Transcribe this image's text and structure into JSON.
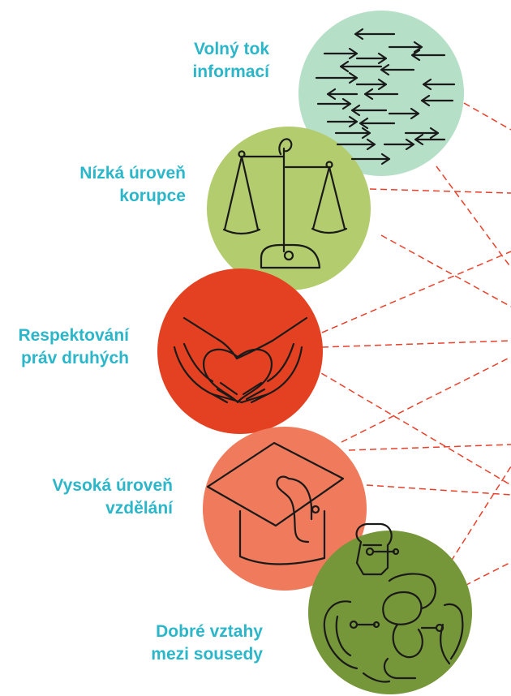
{
  "colors": {
    "label_text": "#2bb6c9",
    "connector_line": "#e8402a",
    "circle_information": "#b6dfc7",
    "circle_corruption": "#b2cc6e",
    "circle_rights": "#e44122",
    "circle_education": "#ef7a5c",
    "circle_neighbours": "#76963a"
  },
  "nodes": [
    {
      "id": "information",
      "line1": "Volný tok",
      "line2": "informací",
      "icon": "arrows-icon"
    },
    {
      "id": "corruption",
      "line1": "Nízká úroveň",
      "line2": "korupce",
      "icon": "scales-icon"
    },
    {
      "id": "rights",
      "line1": "Respektování",
      "line2": "práv druhých",
      "icon": "heart-hands-icon"
    },
    {
      "id": "education",
      "line1": "Vysoká úroveň",
      "line2": "vzdělání",
      "icon": "graduation-cap-icon"
    },
    {
      "id": "neighbours",
      "line1": "Dobré vztahy",
      "line2": "mezi sousedy",
      "icon": "people-talking-icon"
    }
  ]
}
